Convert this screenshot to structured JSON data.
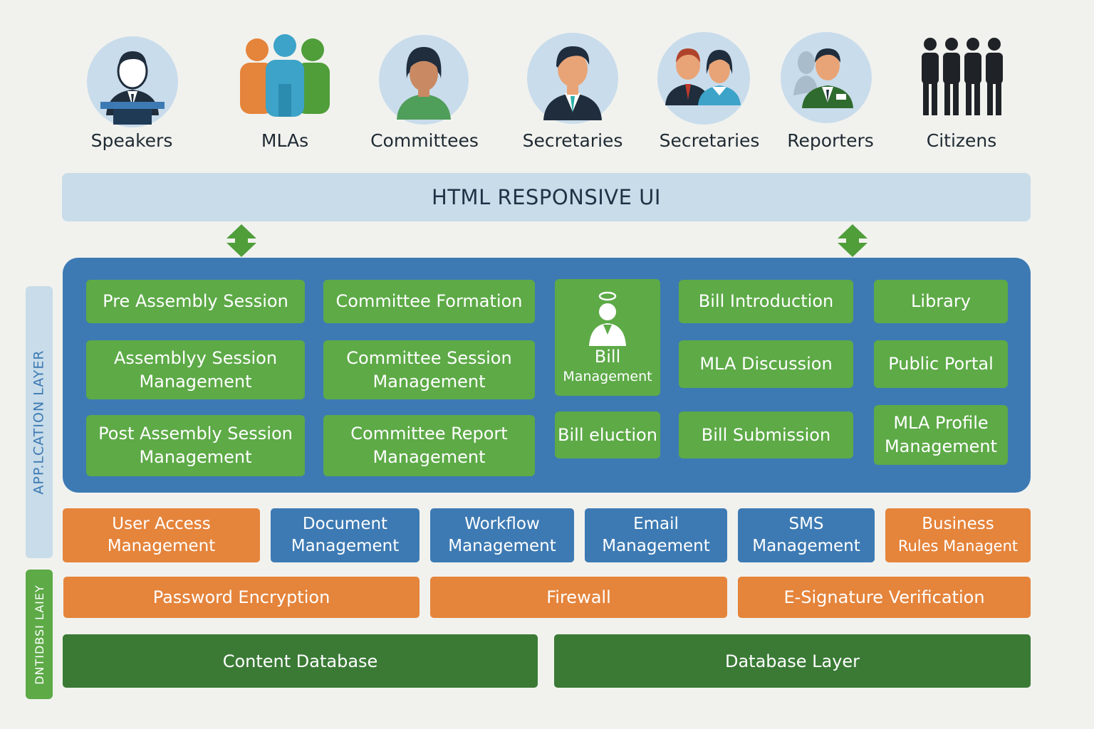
{
  "users": [
    {
      "label": "Speakers",
      "icon": "speaker-podium-icon"
    },
    {
      "label": "MLAs",
      "icon": "mla-group-icon"
    },
    {
      "label": "Committees",
      "icon": "committee-member-icon"
    },
    {
      "label": "Secretaries",
      "icon": "secretary-icon"
    },
    {
      "label": "Secretaries",
      "icon": "secretaries-pair-icon"
    },
    {
      "label": "Reporters",
      "icon": "reporter-icon"
    },
    {
      "label": "Citizens",
      "icon": "citizens-group-icon"
    }
  ],
  "ui_layer": {
    "label": "HTML RESPONSIVE UI"
  },
  "application_layer": {
    "side_label": "APP.LCATION LAYER",
    "modules": {
      "col1": [
        {
          "line1": "Pre Assembly Session",
          "line2": ""
        },
        {
          "line1": "Assemblyy Session",
          "line2": "Management"
        },
        {
          "line1": "Post Assembly Session",
          "line2": "Management"
        }
      ],
      "col2": [
        {
          "line1": "Committee Formation",
          "line2": ""
        },
        {
          "line1": "Committee Session",
          "line2": "Management"
        },
        {
          "line1": "Committee Report",
          "line2": "Management"
        }
      ],
      "col3": [
        {
          "line1": "Bill",
          "line2": "Management",
          "icon": "official-icon"
        },
        {
          "line1": "Bill eluction",
          "line2": ""
        }
      ],
      "col4": [
        {
          "line1": "Bill Introduction",
          "line2": ""
        },
        {
          "line1": "MLA Discussion",
          "line2": ""
        },
        {
          "line1": "Bill Submission",
          "line2": ""
        }
      ],
      "col5": [
        {
          "line1": "Library",
          "line2": ""
        },
        {
          "line1": "Public Portal",
          "line2": ""
        },
        {
          "line1": "MLA Profile",
          "line2": "Management"
        }
      ]
    }
  },
  "services": [
    {
      "line1": "User Access",
      "line2": "Management",
      "color": "#e5843b"
    },
    {
      "line1": "Document",
      "line2": "Management",
      "color": "#3d7ab3"
    },
    {
      "line1": "Workflow",
      "line2": "Management",
      "color": "#3d7ab3"
    },
    {
      "line1": "Email",
      "line2": "Management",
      "color": "#3d7ab3"
    },
    {
      "line1": "SMS",
      "line2": "Management",
      "color": "#3d7ab3"
    },
    {
      "line1": "Business",
      "line2": "Rules Managent",
      "color": "#e5843b"
    }
  ],
  "security": [
    {
      "label": "Password Encryption"
    },
    {
      "label": "Firewall"
    },
    {
      "label": "E-Signature Verification"
    }
  ],
  "data_layer": {
    "side_label": "DNTIDBSI LAIEY",
    "items": [
      {
        "label": "Content Database"
      },
      {
        "label": "Database Layer"
      }
    ]
  },
  "colors": {
    "module_green": "#5daa47",
    "panel_blue": "#3d7ab3",
    "service_orange": "#e5843b",
    "db_green": "#3a7a35",
    "ui_bar": "#c8dce9",
    "arrow_green": "#4f9e3a"
  }
}
